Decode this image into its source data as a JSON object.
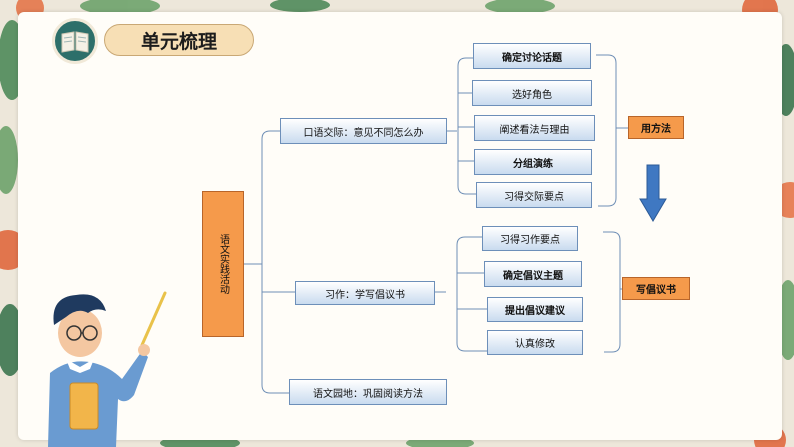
{
  "header": {
    "title": "单元梳理",
    "icon": "book-icon"
  },
  "root": {
    "label": "语文实践活动"
  },
  "branches": [
    {
      "label": "口语交际：意见不同怎么办",
      "children": [
        "确定讨论话题",
        "选好角色",
        "阐述看法与理由",
        "分组演练",
        "习得交际要点"
      ],
      "summary": "用方法"
    },
    {
      "label": "习作：学写倡议书",
      "children": [
        "习得习作要点",
        "确定倡议主题",
        "提出倡议建议",
        "认真修改"
      ],
      "summary": "写倡议书"
    },
    {
      "label": "语文园地：巩固阅读方法"
    }
  ],
  "colors": {
    "accent": "#f59a4b",
    "node_border": "#6d8fb9",
    "arrow": "#3f78c2",
    "icon_bg": "#2d6f6a"
  },
  "decorations": {
    "teacher": "teacher-illustration",
    "leaves": "floral-border"
  }
}
